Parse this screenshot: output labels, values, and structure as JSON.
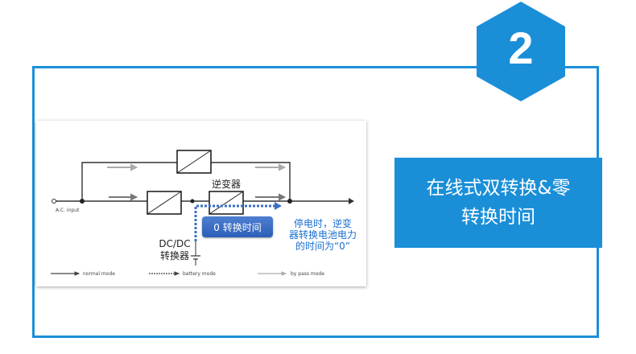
{
  "badge": {
    "number": "2"
  },
  "title": {
    "line1": "在线式双转换&零",
    "line2": "转换时间"
  },
  "diagram": {
    "ac_input_label": "A.C. input",
    "inverter_label": "逆变器",
    "dcdc_label_line1": "DC/DC",
    "dcdc_label_line2": "转换器",
    "transfer_time_label": "0 转换时间",
    "note_line1": "停电时，逆变",
    "note_line2": "器转换电池电力",
    "note_line3": "的时间为“0”",
    "legend": {
      "normal": "normal mode",
      "battery": "battery mode",
      "bypass": "by pass mode"
    }
  },
  "colors": {
    "accent": "#1a8fd8",
    "note": "#1a6fd0",
    "time_box": "#3a6fc4"
  }
}
